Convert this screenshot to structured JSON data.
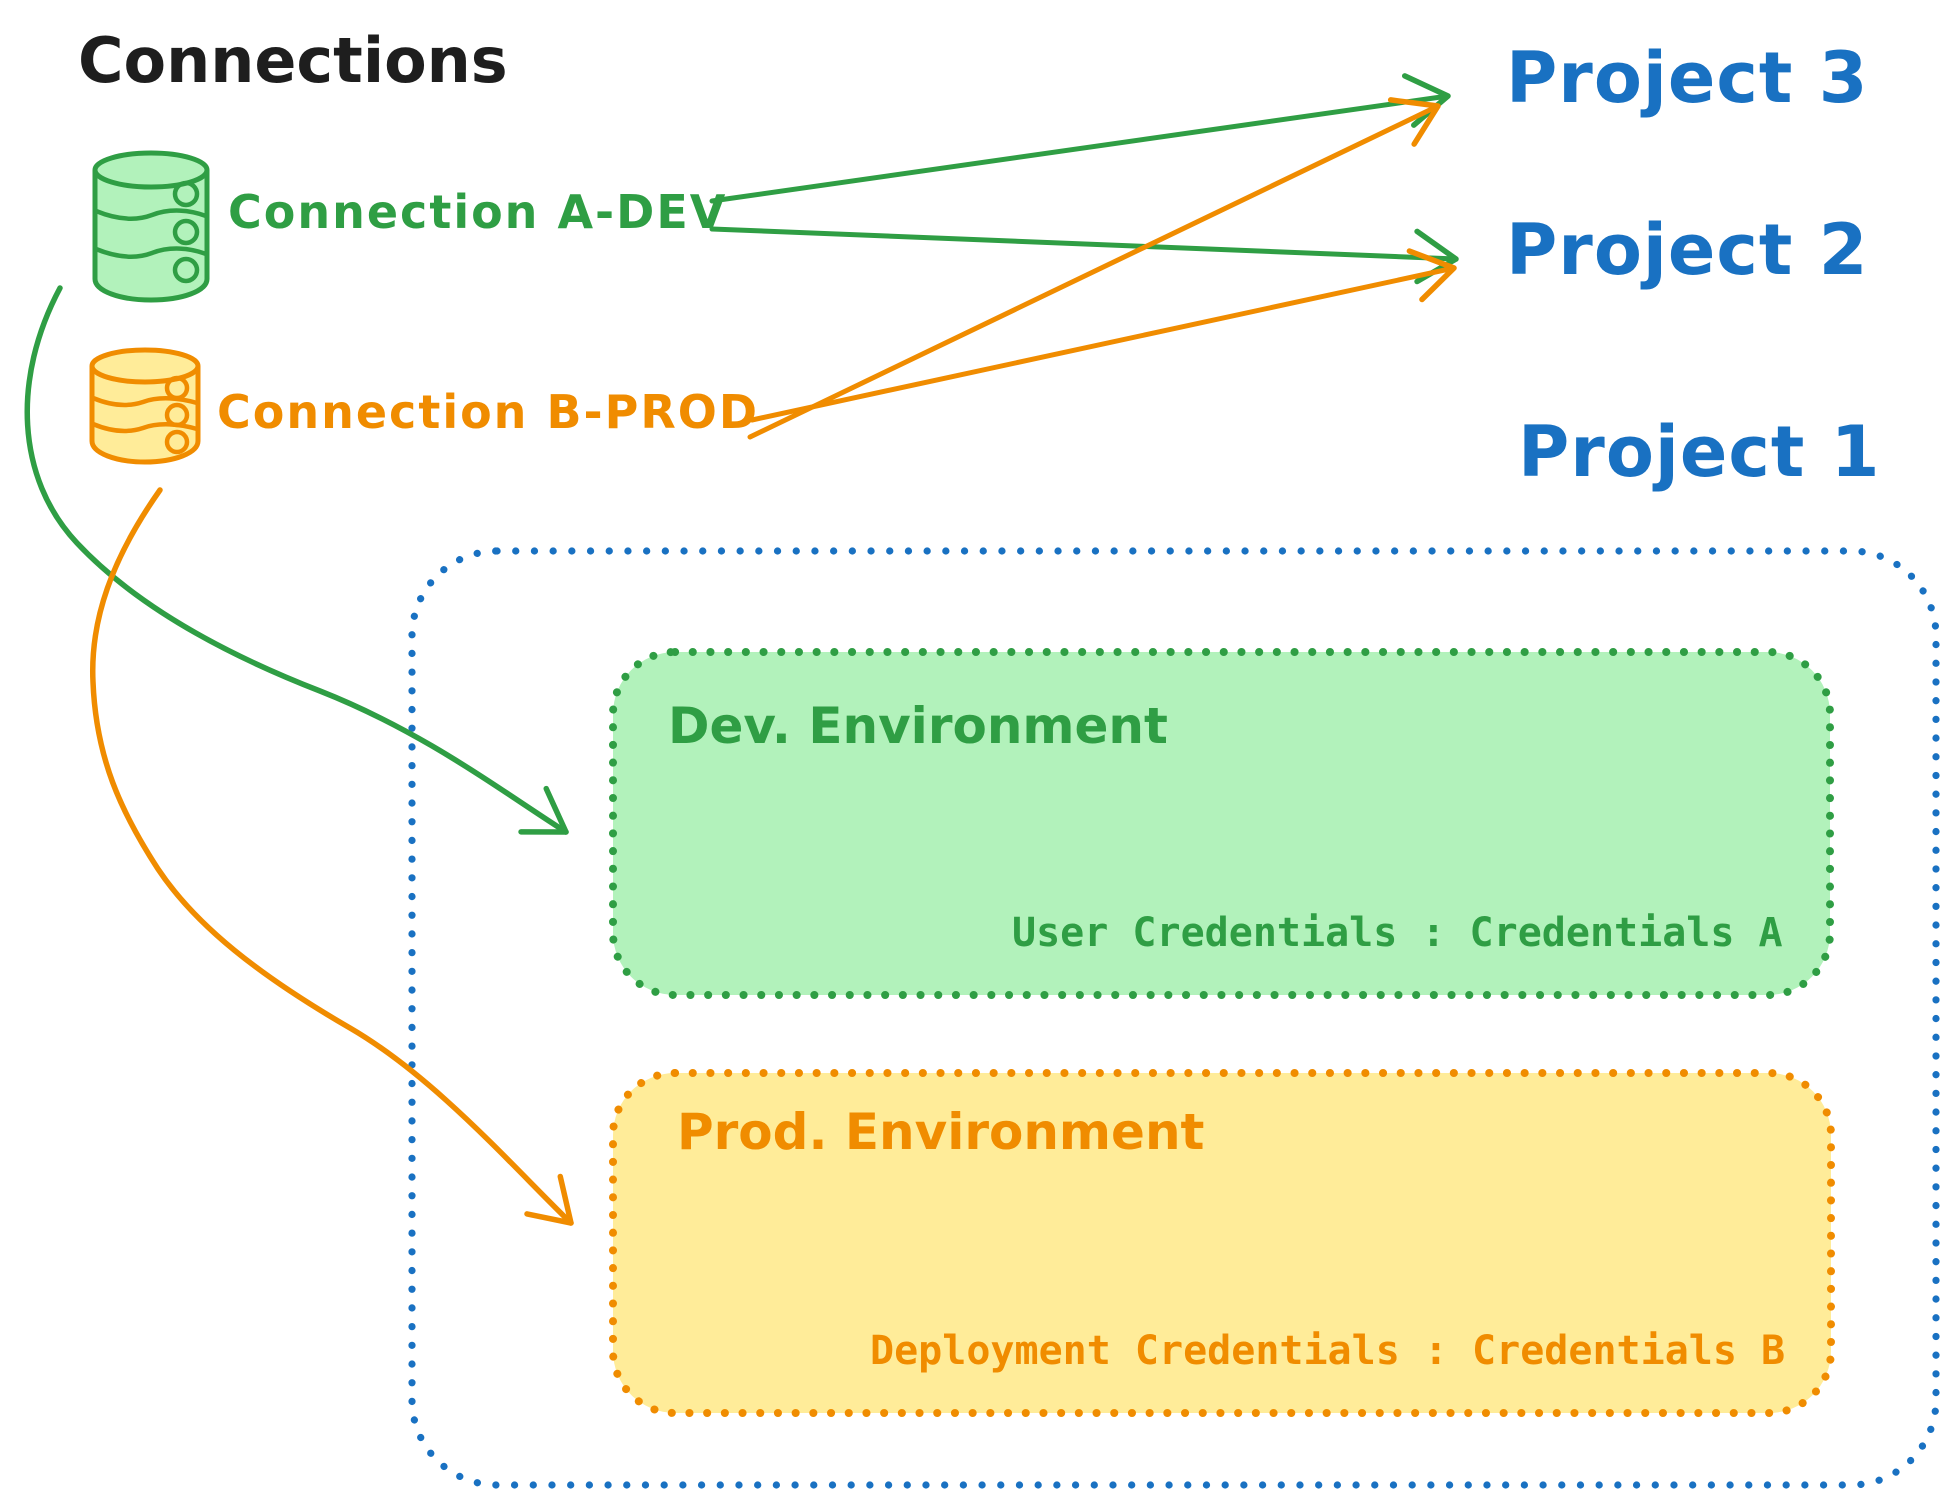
{
  "title": "Connections",
  "colors": {
    "ink": "#1e1e1e",
    "green": "#2f9e44",
    "green_fill": "#b2f2bb",
    "orange": "#f08c00",
    "orange_fill": "#ffec99",
    "blue": "#1971c2",
    "background": "#ffffff"
  },
  "connections": {
    "a_dev": {
      "label": "Connection A-DEV",
      "icon": "database-cylinder-icon",
      "color": "#2f9e44"
    },
    "b_prod": {
      "label": "Connection B-PROD",
      "icon": "database-cylinder-icon",
      "color": "#f08c00"
    }
  },
  "projects": {
    "p3": {
      "label": "Project 3"
    },
    "p2": {
      "label": "Project 2"
    },
    "p1": {
      "label": "Project 1"
    }
  },
  "project1": {
    "dev": {
      "title": "Dev. Environment",
      "credentials": "User Credentials : Credentials A"
    },
    "prod": {
      "title": "Prod. Environment",
      "credentials": "Deployment Credentials : Credentials B"
    }
  },
  "edges": [
    {
      "from": "Connection A-DEV",
      "to": "Project 3",
      "color": "#2f9e44",
      "style": "straight-arrow"
    },
    {
      "from": "Connection A-DEV",
      "to": "Project 2",
      "color": "#2f9e44",
      "style": "straight-arrow"
    },
    {
      "from": "Connection B-PROD",
      "to": "Project 3",
      "color": "#f08c00",
      "style": "straight-arrow"
    },
    {
      "from": "Connection B-PROD",
      "to": "Project 2",
      "color": "#f08c00",
      "style": "straight-arrow"
    },
    {
      "from": "Connection A-DEV",
      "to": "Project 1 / Dev. Environment",
      "color": "#2f9e44",
      "style": "curved-arrow"
    },
    {
      "from": "Connection B-PROD",
      "to": "Project 1 / Prod. Environment",
      "color": "#f08c00",
      "style": "curved-arrow"
    }
  ]
}
